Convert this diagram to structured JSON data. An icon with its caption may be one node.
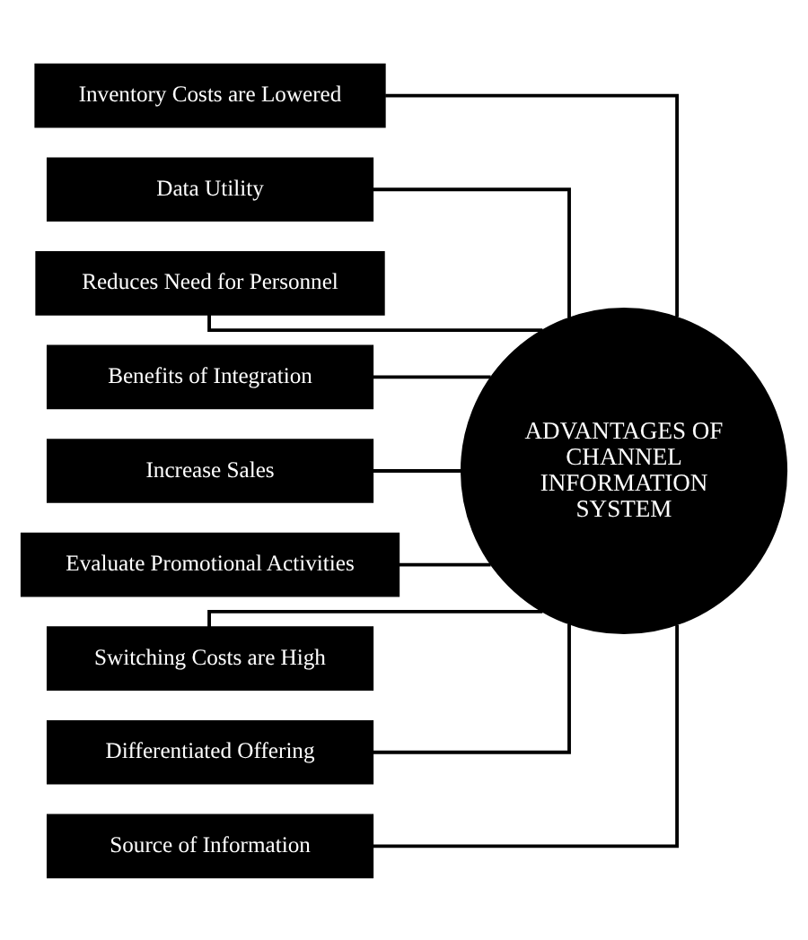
{
  "diagram": {
    "nodes": [
      {
        "text": [
          "Inventory Costs are Lowered"
        ]
      },
      {
        "text": [
          "Data Utility"
        ]
      },
      {
        "text": [
          "Reduces Need for Personnel"
        ]
      },
      {
        "text": [
          "Benefits of Integration"
        ]
      },
      {
        "text": [
          "Increase Sales"
        ]
      },
      {
        "text": [
          "Evaluate Promotional Activities"
        ]
      },
      {
        "text": [
          "Switching Costs are High"
        ]
      },
      {
        "text": [
          "Differentiated Offering"
        ]
      },
      {
        "text": [
          "Source of Information"
        ]
      },
      {
        "text": [
          "ADVANTAGES OF CHANNEL INFORMATION SYSTEM"
        ]
      }
    ],
    "edges": [
      {
        "from": 9,
        "to": 0,
        "arrow": "none"
      },
      {
        "from": 9,
        "to": 1,
        "arrow": "none"
      },
      {
        "from": 9,
        "to": 2,
        "arrow": "none"
      },
      {
        "from": 9,
        "to": 3,
        "arrow": "none"
      },
      {
        "from": 9,
        "to": 4,
        "arrow": "none"
      },
      {
        "from": 9,
        "to": 5,
        "arrow": "none"
      },
      {
        "from": 9,
        "to": 6,
        "arrow": "none"
      },
      {
        "from": 9,
        "to": 7,
        "arrow": "none"
      },
      {
        "from": 9,
        "to": 8,
        "arrow": "none"
      }
    ]
  }
}
